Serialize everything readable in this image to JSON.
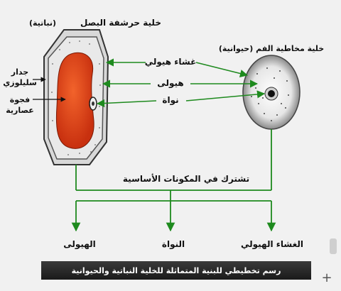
{
  "labels": {
    "plant_cell_title": "خلية حرشفة البصل",
    "plant_cell_sub": "(نباتية)",
    "animal_cell_title": "خلية مخاطية الفم (حيوانية)",
    "cell_wall_1": "جدار",
    "cell_wall_2": "سليلوزي",
    "vacuole_1": "فجوة",
    "vacuole_2": "عصارية",
    "membrane": "غشاء هيولي",
    "cytoplasm": "هيولى",
    "nucleus": "نواة",
    "shared": "تشترك في المكونات الأساسية",
    "out_cytoplasm": "الهيولى",
    "out_nucleus": "النواة",
    "out_membrane": "الغشاء الهيولي"
  },
  "caption": "رسم تخطيطي للبنية المتماثلة للخلية النباتية والحيوانية",
  "ui": {
    "plus": "+"
  },
  "colors": {
    "arrow_green": "#1e8a1e",
    "vacuole_red": "#e0421a",
    "cell_wall_fill": "#d8d8d8",
    "cytoplasm_fill": "#eaeaea"
  }
}
